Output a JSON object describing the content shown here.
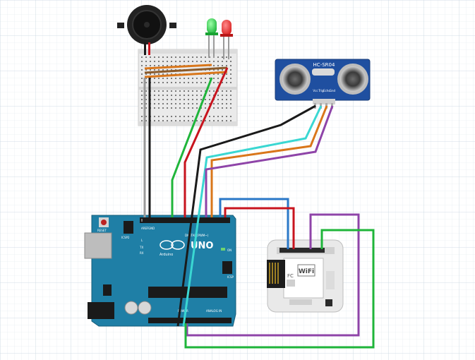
{
  "arduino": {
    "brand": "Arduino",
    "model": "UNO",
    "reset_label": "RESET",
    "icsp2_label": "ICSP2",
    "icsp_label": "ICSP",
    "on_label": "ON",
    "l_label": "L",
    "tx_label": "TX",
    "rx_label": "RX",
    "digital_label": "DIGITAL (PWM~)",
    "power_label": "POWER",
    "analog_label": "ANALOG IN",
    "aref_label": "AREF",
    "gnd_label": "GND"
  },
  "sensor": {
    "label": "HC-SR04",
    "pins": [
      "Vcc",
      "Trig",
      "Echo",
      "Gnd"
    ]
  },
  "wifi": {
    "label": "WiFi",
    "fc_mark": "FC"
  },
  "wire_colors": {
    "black": "#1a1a1a",
    "gray": "#9a9a9a",
    "green": "#1fb53a",
    "red": "#c8141e",
    "orange": "#d9761a",
    "cyan": "#3ad7d2",
    "purple": "#8e44a8",
    "blue": "#2a78c8"
  },
  "board_color": "#1f7fa6"
}
